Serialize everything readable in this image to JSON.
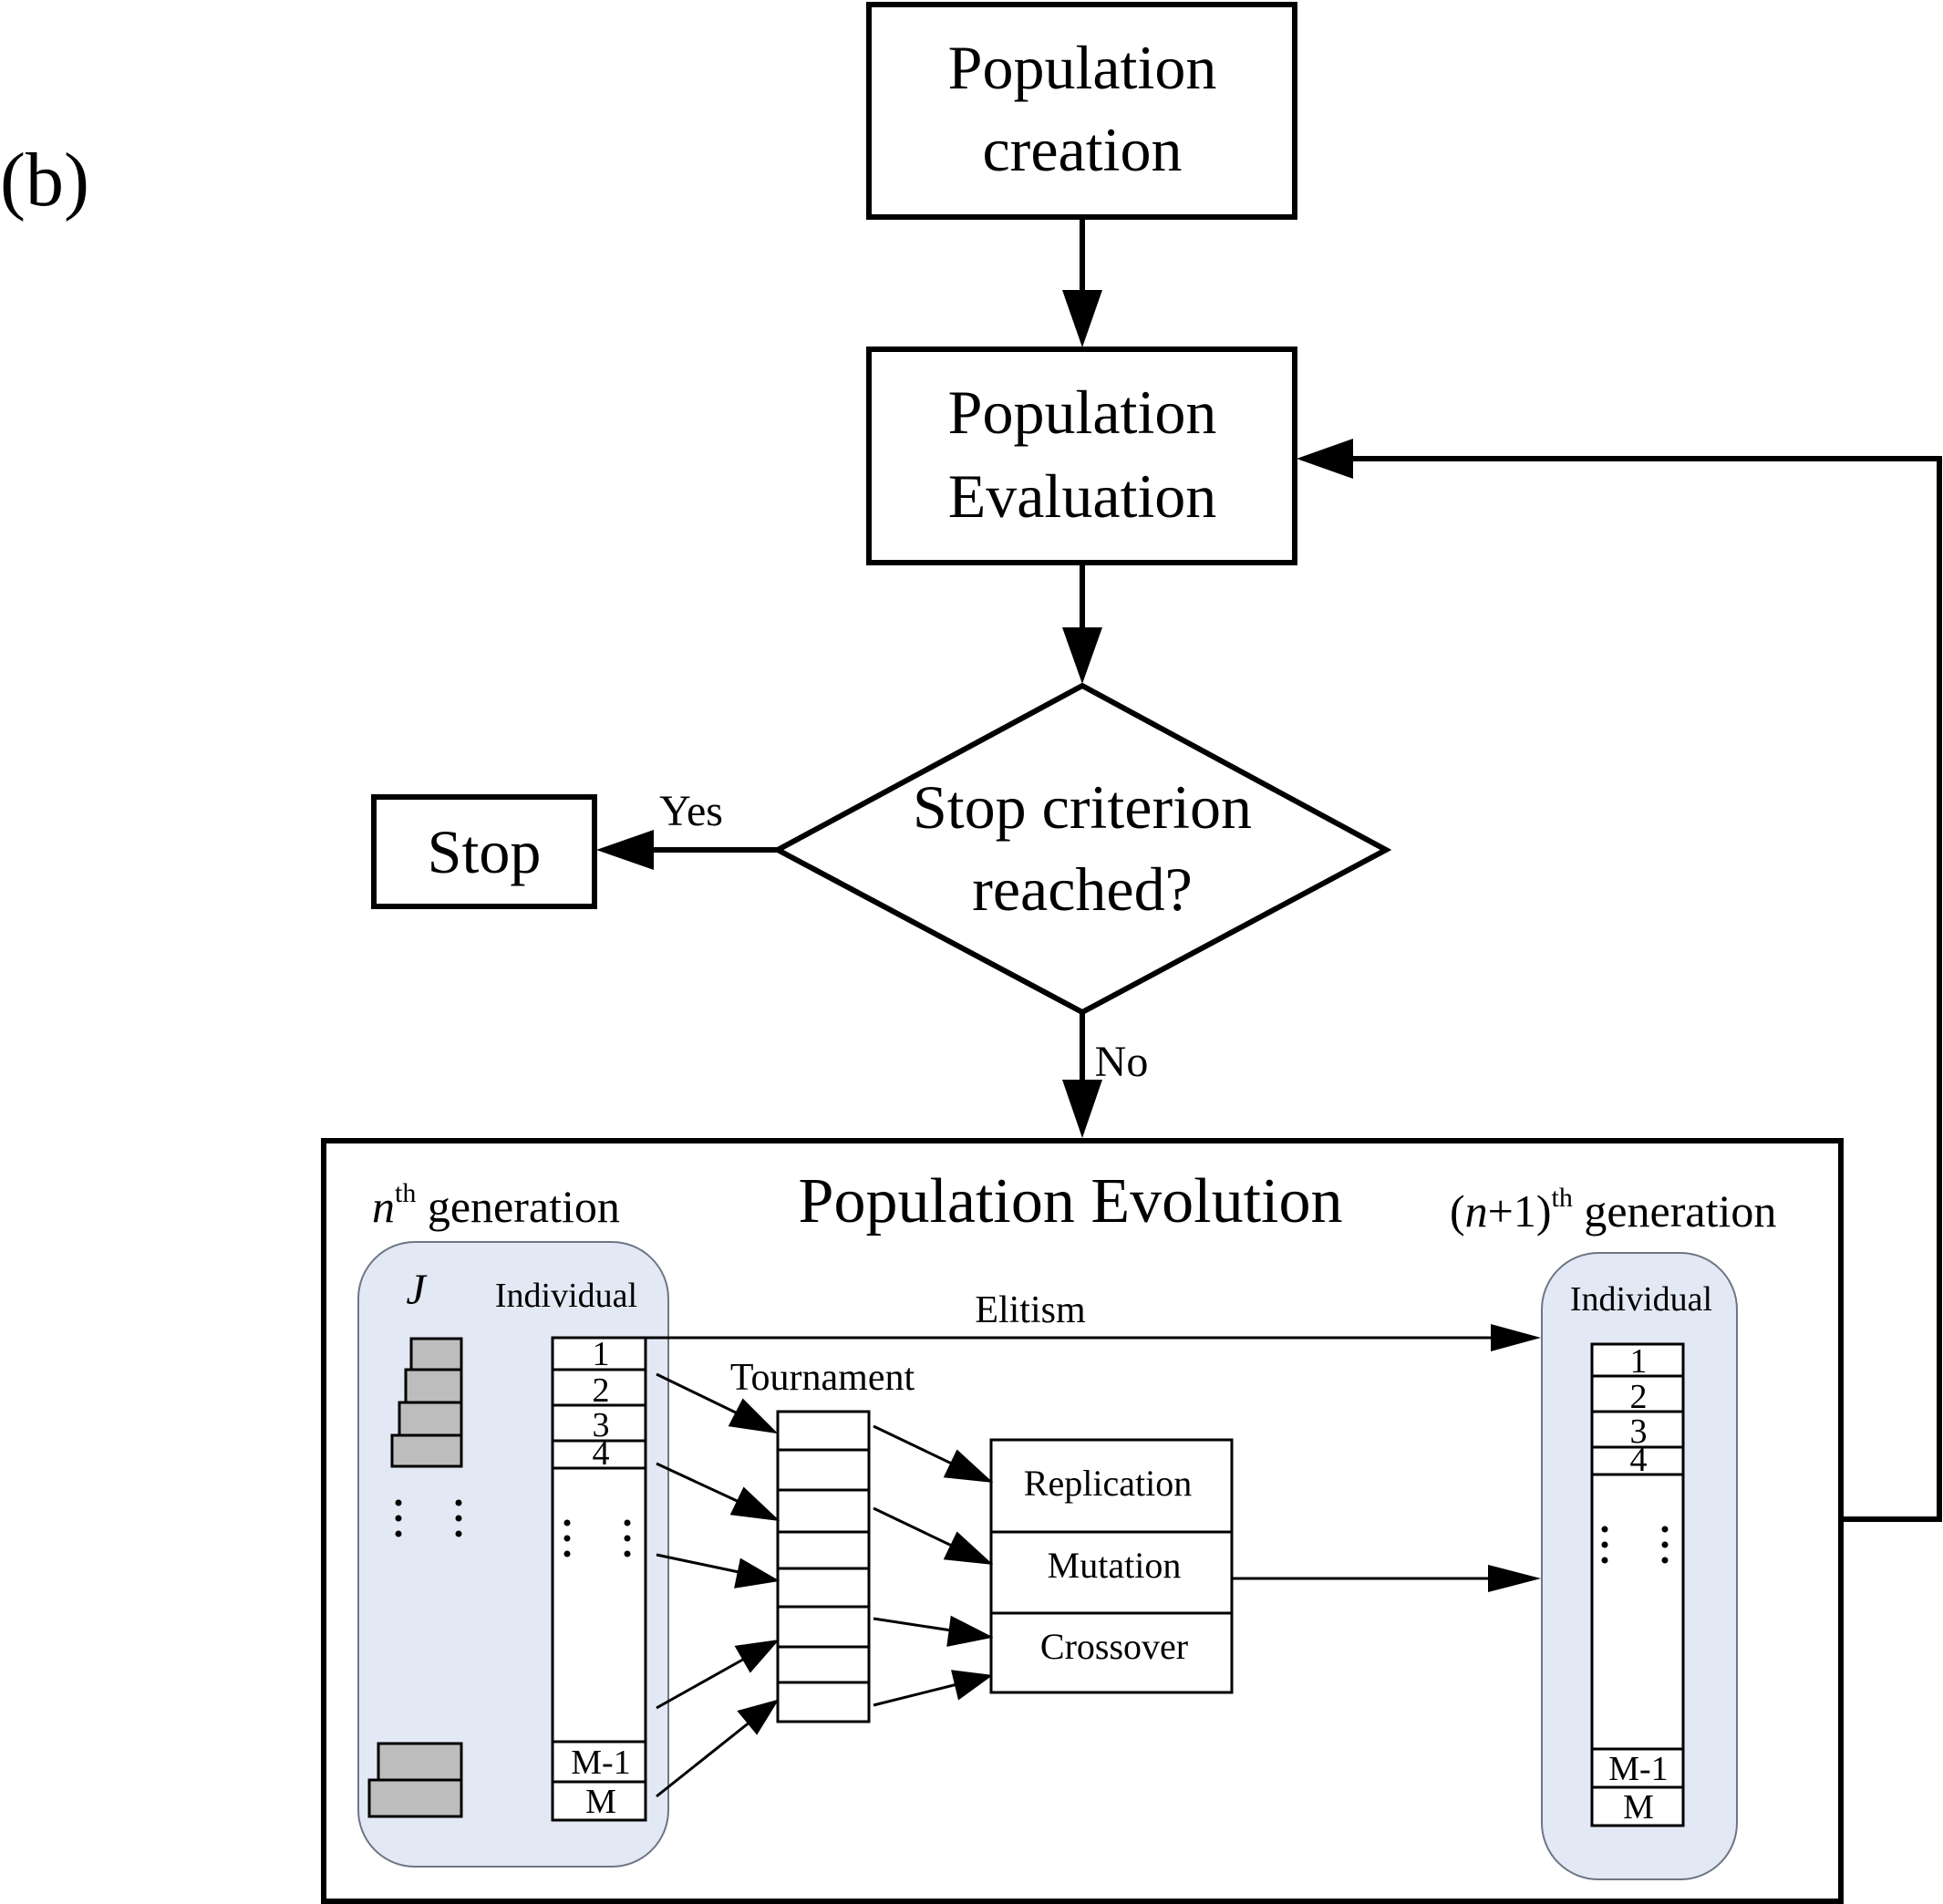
{
  "panel_label": "(b)",
  "flow": {
    "creation": [
      "Population",
      "creation"
    ],
    "evaluation": [
      "Population",
      "Evaluation"
    ],
    "decision": [
      "Stop criterion",
      "reached?"
    ],
    "stop": "Stop",
    "yes": "Yes",
    "no": "No"
  },
  "evolution": {
    "title": "Population Evolution",
    "nth_generation": {
      "var": "n",
      "sup": "th",
      "text": " generation"
    },
    "next_generation": {
      "open": "(",
      "var": "n",
      "rest": "+1)",
      "sup": "th",
      "text": " generation"
    },
    "j_label": "J",
    "individual_label": "Individual",
    "elitism": "Elitism",
    "tournament": "Tournament",
    "operators": [
      "Replication",
      "Mutation",
      "Crossover"
    ],
    "individuals_top": [
      "1",
      "2",
      "3",
      "4"
    ],
    "individuals_bottom": [
      "M-1",
      "M"
    ]
  },
  "colors": {
    "line": "#000000",
    "generation_panel_fill": "#e3e9f4",
    "generation_panel_stroke": "#6d7686",
    "stack_block_fill": "#bdbdbd"
  }
}
